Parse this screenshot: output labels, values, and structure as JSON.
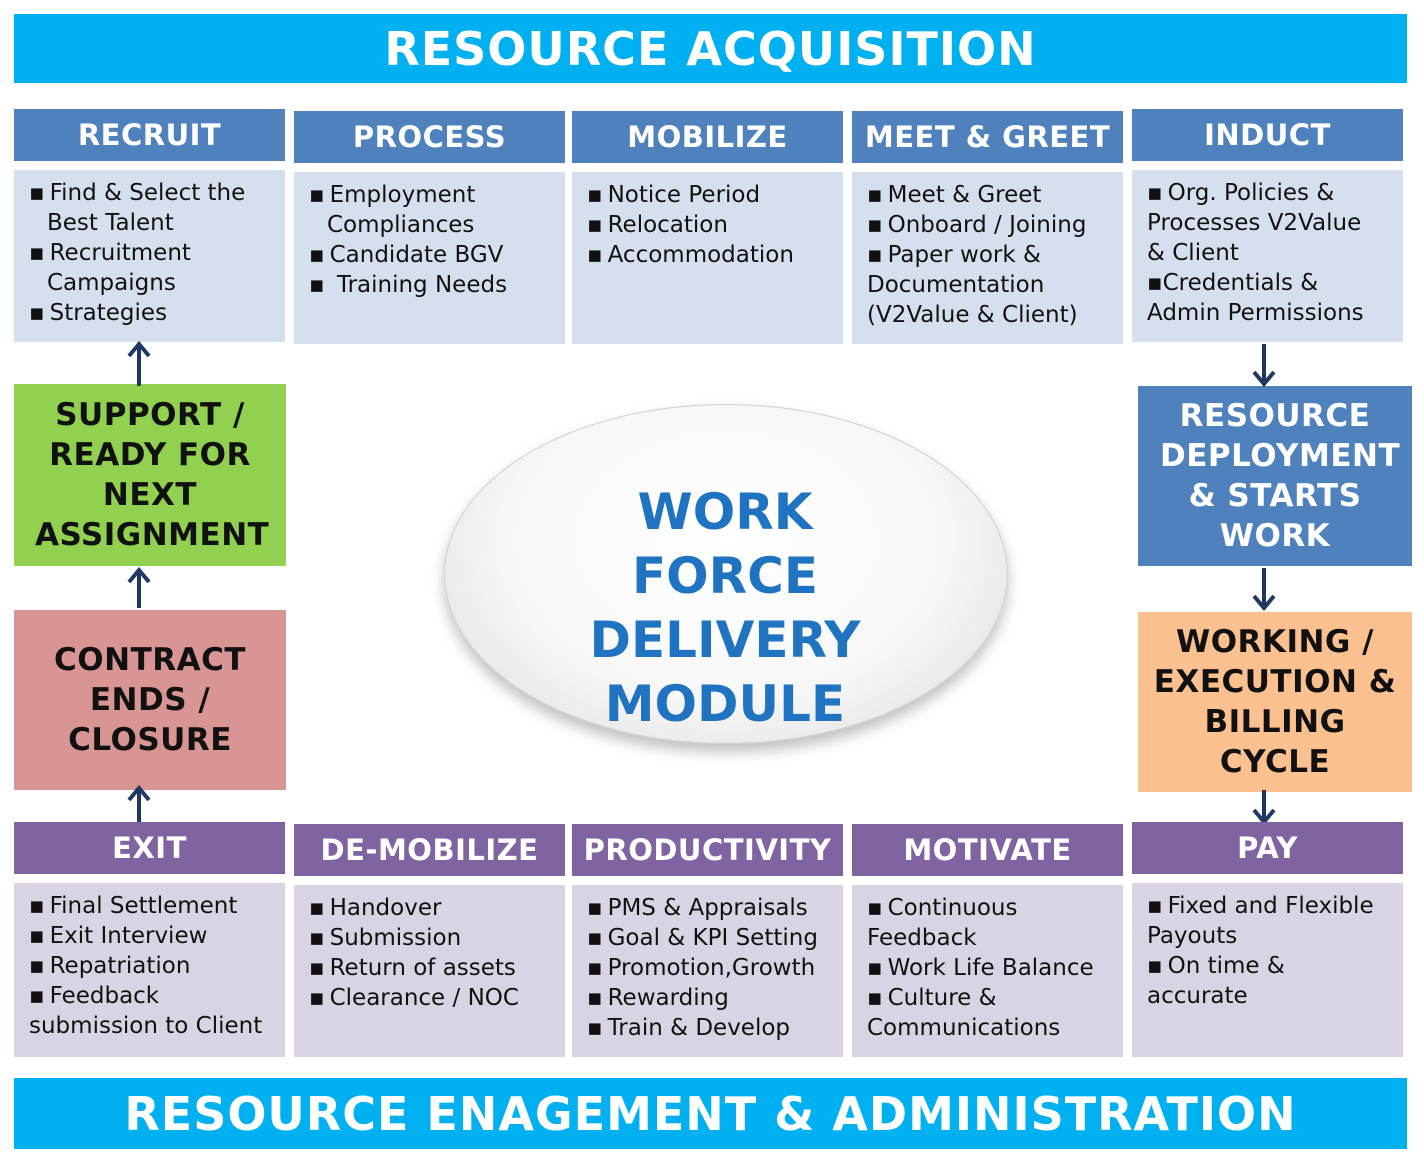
{
  "banner_top": "RESOURCE ACQUISITION",
  "banner_bottom": "RESOURCE ENAGEMENT & ADMINISTRATION",
  "top_row": [
    {
      "title": "RECRUIT",
      "items": [
        "Find & Select the",
        "Best Talent",
        "Recruitment",
        "Campaigns",
        "Strategies"
      ]
    },
    {
      "title": "PROCESS",
      "items": [
        "Employment",
        "Compliances",
        "Candidate BGV",
        " Training Needs"
      ]
    },
    {
      "title": "MOBILIZE",
      "items": [
        "Notice Period",
        "Relocation",
        "Accommodation"
      ]
    },
    {
      "title": "MEET & GREET",
      "items": [
        "Meet & Greet",
        "Onboard / Joining",
        "Paper work &",
        "Documentation",
        "(V2Value & Client)"
      ]
    },
    {
      "title": "INDUCT",
      "items": [
        "Org. Policies &",
        "Processes  V2Value",
        "& Client",
        "▪Credentials &",
        "Admin Permissions"
      ]
    }
  ],
  "bottom_row": [
    {
      "title": "EXIT",
      "items": [
        "Final Settlement",
        "Exit Interview",
        "Repatriation",
        "Feedback",
        "submission to Client"
      ]
    },
    {
      "title": "DE-MOBILIZE",
      "items": [
        "Handover",
        "Submission",
        "Return of assets",
        "Clearance / NOC"
      ]
    },
    {
      "title": "PRODUCTIVITY",
      "items": [
        "PMS & Appraisals",
        "Goal & KPI Setting",
        "Promotion,Growth",
        "Rewarding",
        "Train & Develop"
      ]
    },
    {
      "title": "MOTIVATE",
      "items": [
        "Continuous",
        "Feedback",
        "Work Life Balance",
        "Culture &",
        "Communications"
      ]
    },
    {
      "title": "PAY",
      "items": [
        "Fixed and Flexible",
        "Payouts",
        "On time &",
        "accurate"
      ]
    }
  ],
  "left_boxes": {
    "support": "SUPPORT / READY FOR NEXT ASSIGNMENT",
    "contract": "CONTRACT ENDS / CLOSURE"
  },
  "right_boxes": {
    "deployment": "RESOURCE DEPLOYMENT & STARTS WORK",
    "working": "WORKING / EXECUTION & BILLING CYCLE"
  },
  "center": "WORK FORCE DELIVERY MODULE",
  "colors": {
    "banner": "#00b0f0",
    "header_blue": "#4f81bd",
    "header_purple": "#8064a2",
    "support_green": "#92d050",
    "contract_pink": "#d99594",
    "deployment_blue": "#4f81bd",
    "working_orange": "#fac090",
    "center_text": "#1f73c1",
    "arrow": "#1f3864"
  }
}
